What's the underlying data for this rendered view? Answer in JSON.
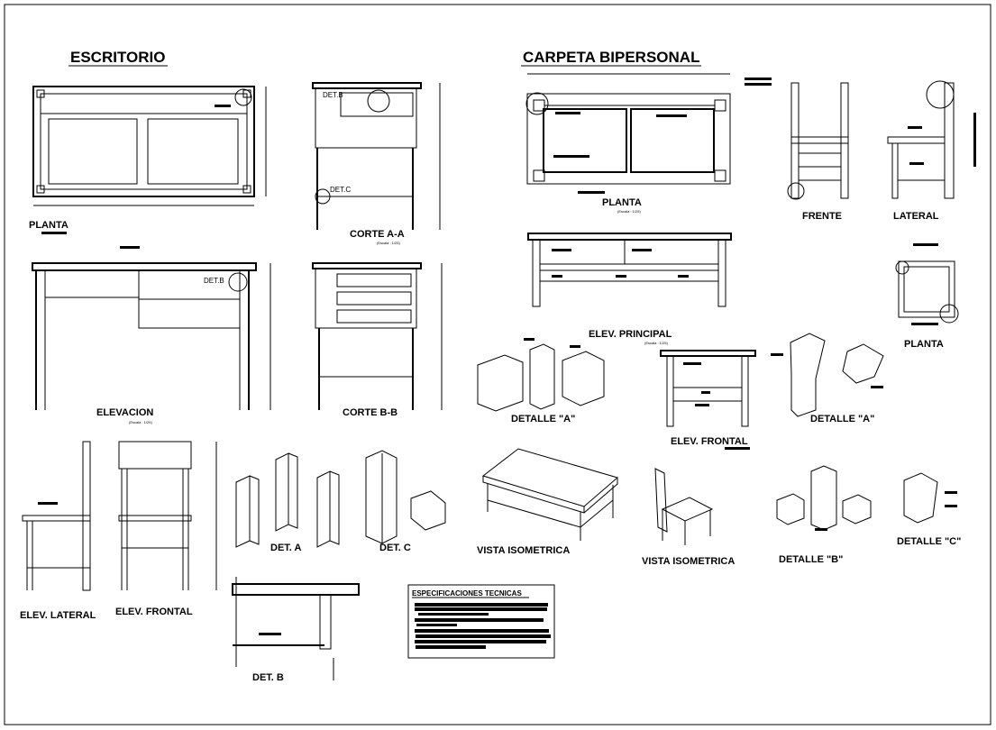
{
  "titles": {
    "desk": "ESCRITORIO",
    "bench": "CARPETA BIPERSONAL"
  },
  "labels": {
    "planta": "PLANTA",
    "corte_aa": "CORTE A-A",
    "elevacion": "ELEVACION",
    "corte_bb": "CORTE B-B",
    "det_b_callout": "DET.B",
    "det_c_callout": "DET.C",
    "elev_lateral": "ELEV. LATERAL",
    "elev_frontal": "ELEV. FRONTAL",
    "det_a": "DET. A",
    "det_c": "DET. C",
    "det_b": "DET. B",
    "planta_bench": "PLANTA",
    "elev_principal": "ELEV. PRINCIPAL",
    "frente": "FRENTE",
    "lateral": "LATERAL",
    "planta_chair": "PLANTA",
    "detalle_a_1": "DETALLE \"A\"",
    "detalle_a_2": "DETALLE \"A\"",
    "elev_frontal_bench": "ELEV. FRONTAL",
    "vista_iso_1": "VISTA ISOMETRICA",
    "vista_iso_2": "VISTA ISOMETRICA",
    "detalle_b": "DETALLE \"B\"",
    "detalle_c": "DETALLE \"C\"",
    "scale": "(Escala : 1/25)"
  },
  "specs": {
    "title": "ESPECIFICACIONES TECNICAS"
  }
}
